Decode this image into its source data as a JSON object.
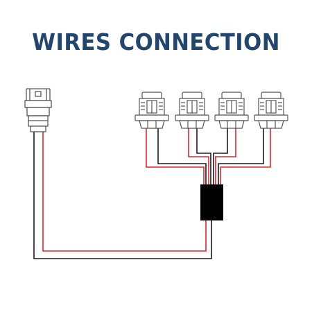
{
  "title": "WIRES CONNECTION",
  "colors": {
    "title": "#22466f",
    "wire_positive": "#e4222b",
    "wire_negative": "#1a1a1a",
    "connector_outline": "#555555",
    "module": "#000000",
    "background": "#ffffff"
  },
  "components": {
    "input_plug": "single-connector-icon",
    "output_sockets": [
      "socket-1-icon",
      "socket-2-icon",
      "socket-3-icon",
      "socket-4-icon"
    ],
    "splitter_module": "splitter-module-box"
  },
  "wires": [
    "red",
    "black"
  ]
}
